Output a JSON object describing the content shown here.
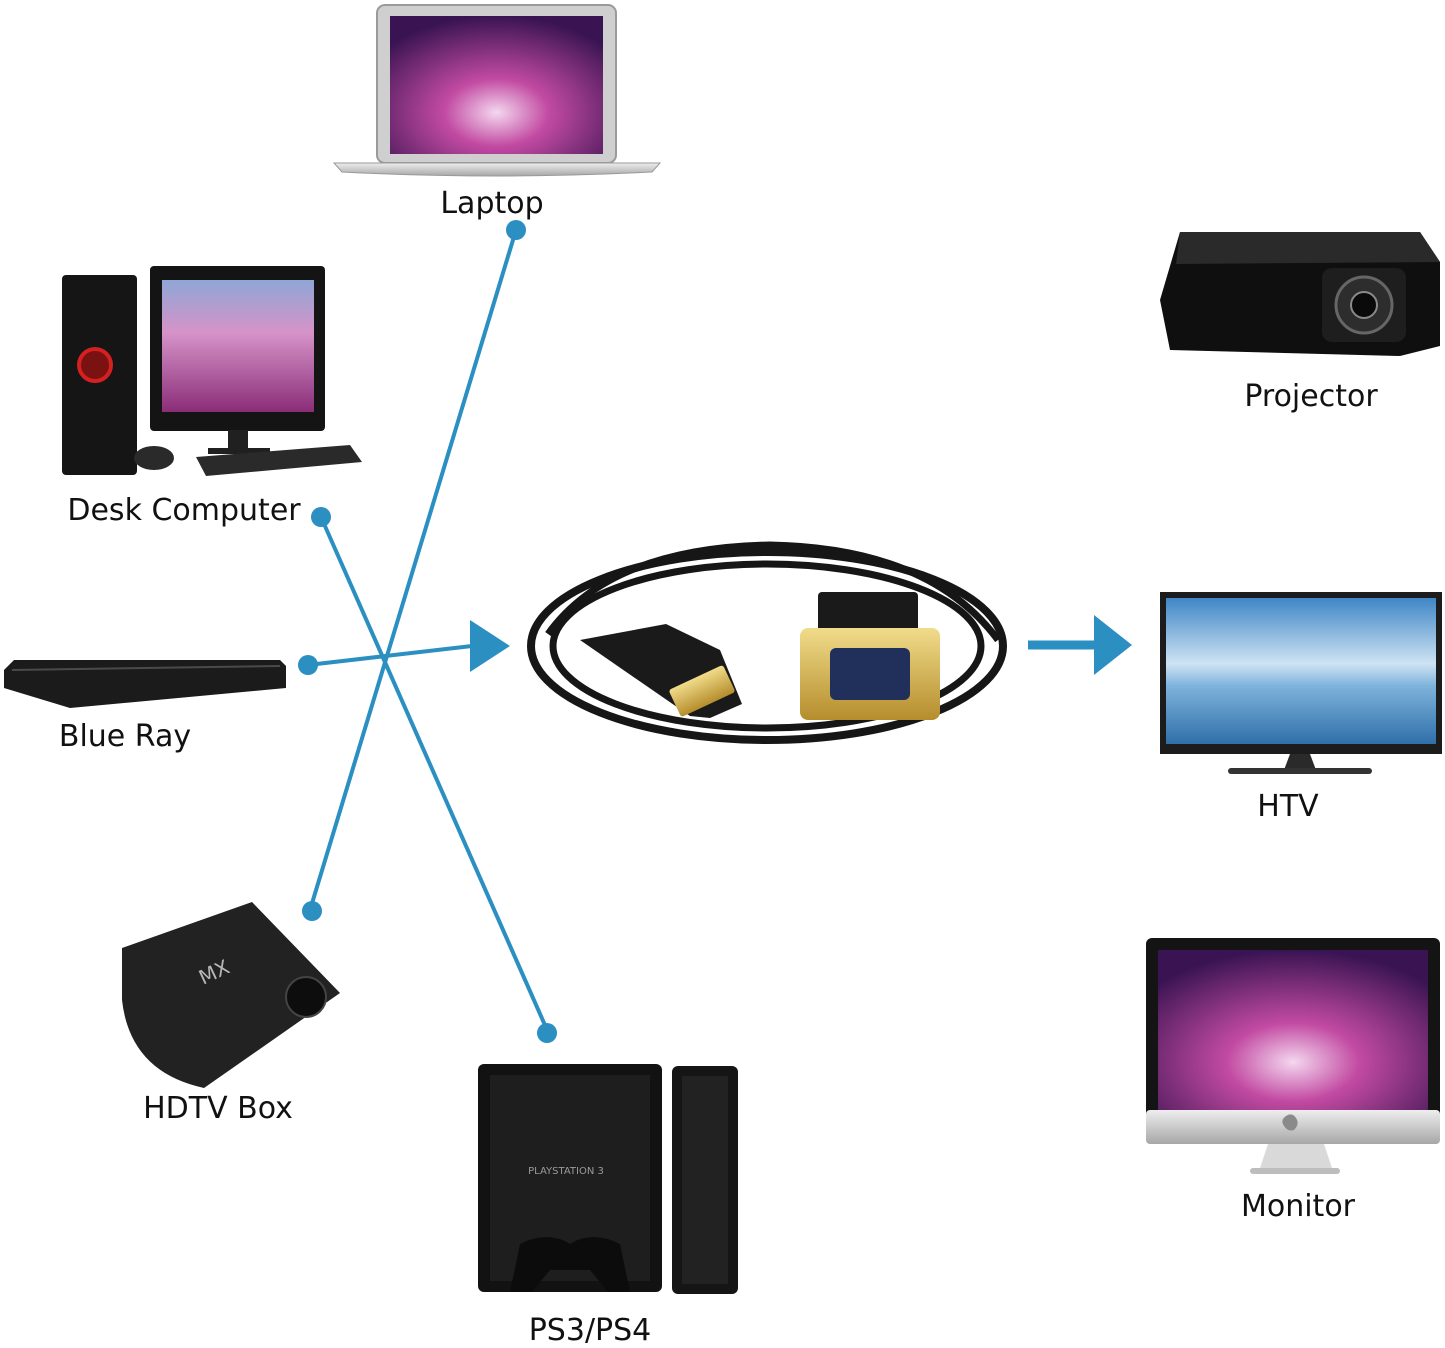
{
  "colors": {
    "connector": "#2b8fc2",
    "device_dark": "#111111",
    "device_body": "#1e1e1e",
    "screen_magenta": "#b03a8f",
    "screen_sky": "#5aa5d8",
    "gold": "#c9a64a",
    "silver": "#c8c8c8"
  },
  "sources": [
    {
      "id": "laptop",
      "label": "Laptop",
      "icon": "laptop-icon"
    },
    {
      "id": "desk-computer",
      "label": "Desk Computer",
      "icon": "desktop-computer-icon"
    },
    {
      "id": "blue-ray",
      "label": "Blue Ray",
      "icon": "bluray-player-icon"
    },
    {
      "id": "hdtv-box",
      "label": "HDTV Box",
      "icon": "tv-box-icon"
    },
    {
      "id": "ps3-ps4",
      "label": "PS3/PS4",
      "icon": "game-console-icon"
    }
  ],
  "center": {
    "icon": "hdmi-to-vga-cable-icon"
  },
  "displays": [
    {
      "id": "projector",
      "label": "Projector",
      "icon": "projector-icon"
    },
    {
      "id": "htv",
      "label": "HTV",
      "icon": "television-icon"
    },
    {
      "id": "monitor",
      "label": "Monitor",
      "icon": "monitor-icon"
    }
  ]
}
